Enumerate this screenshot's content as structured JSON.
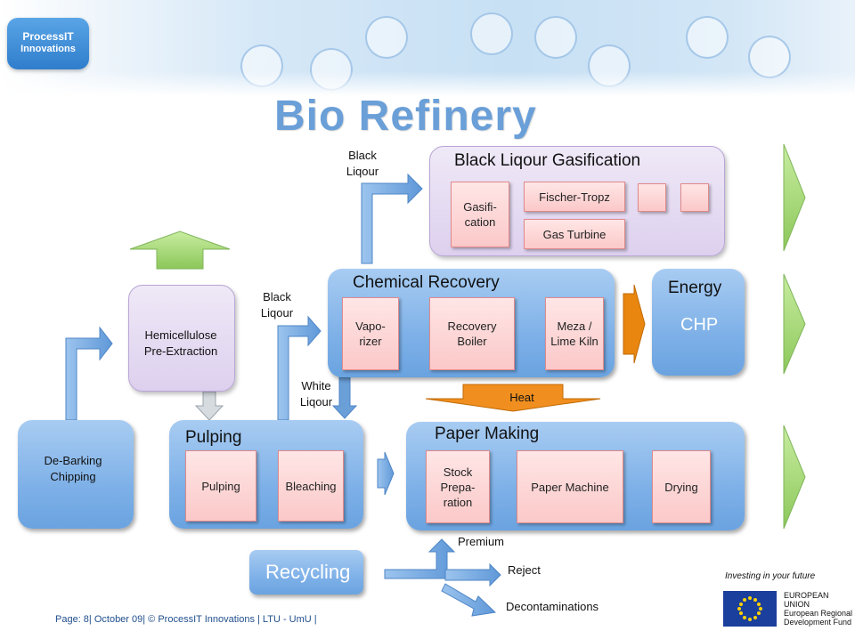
{
  "logo": {
    "line1": "ProcessIT",
    "line2": "Innovations"
  },
  "title": "Bio Refinery",
  "gasification": {
    "title": "Black Liqour Gasification",
    "input_label": "Black\nLiqour",
    "boxes": [
      "Gasifi-\ncation",
      "Fischer-Tropz",
      "Gas Turbine"
    ]
  },
  "hemicellulose": {
    "label": "Hemicellulose\nPre-Extraction"
  },
  "chemical_recovery": {
    "title": "Chemical Recovery",
    "input_label": "Black\nLiqour",
    "boxes": [
      "Vapo-\nrizer",
      "Recovery\nBoiler",
      "Meza /\nLime Kiln"
    ]
  },
  "energy": {
    "title": "Energy",
    "subtitle": "CHP"
  },
  "white_liqour": "White\nLiqour",
  "heat": "Heat",
  "debarking": "De-Barking\nChipping",
  "pulping": {
    "title": "Pulping",
    "boxes": [
      "Pulping",
      "Bleaching"
    ]
  },
  "paper_making": {
    "title": "Paper Making",
    "boxes": [
      "Stock\nPrepa-\nration",
      "Paper Machine",
      "Drying"
    ]
  },
  "recycling": "Recycling",
  "outputs": {
    "premium": "Premium",
    "reject": "Reject",
    "decontamination": "Decontaminations"
  },
  "footer": "Page: 8| October 09| © ProcessIT Innovations | LTU - UmU |",
  "eu": {
    "investing": "Investing in your future",
    "text": "EUROPEAN\nUNION\nEuropean Regional\nDevelopment Fund"
  },
  "colors": {
    "blue_panel": "#7fb1e8",
    "lavender_panel": "#ddd0ee",
    "pink_box": "#fbc8c8",
    "green_arrow": "#9fd36a",
    "orange_arrow": "#e8860f",
    "title_blue": "#6a9fd8"
  }
}
